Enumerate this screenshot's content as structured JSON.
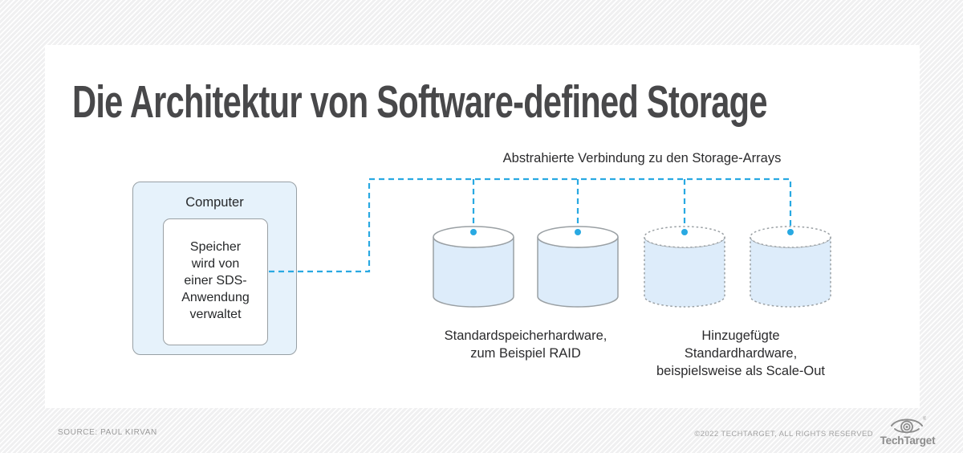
{
  "header": {
    "title": "Die Architektur von Software-defined Storage"
  },
  "diagram": {
    "connection_label": "Abstrahierte Verbindung zu den Storage-Arrays",
    "computer": {
      "label": "Computer",
      "app_text": "Speicher\nwird von\neiner SDS-\nAnwendung\nverwaltet"
    },
    "cylinders": [
      {
        "name": "storage-array-1",
        "border": "solid"
      },
      {
        "name": "storage-array-2",
        "border": "solid"
      },
      {
        "name": "storage-array-3",
        "border": "dotted"
      },
      {
        "name": "storage-array-4",
        "border": "dotted"
      }
    ],
    "captions": {
      "standard": "Standardspeicherhardware,\nzum Beispiel RAID",
      "added": "Hinzugefügte\nStandardhardware,\nbeispielsweise als Scale-Out"
    }
  },
  "footer": {
    "source": "SOURCE: PAUL KIRVAN",
    "copyright": "©2022 TECHTARGET, ALL RIGHTS RESERVED",
    "brand": "TechTarget",
    "brand_mark": "®"
  },
  "colors": {
    "accent_blue": "#29a9e2",
    "cylinder_fill": "#ddecfa",
    "computer_fill": "#e6f2fb",
    "stroke_gray": "#9aa0a4",
    "title_gray": "#48484a"
  }
}
